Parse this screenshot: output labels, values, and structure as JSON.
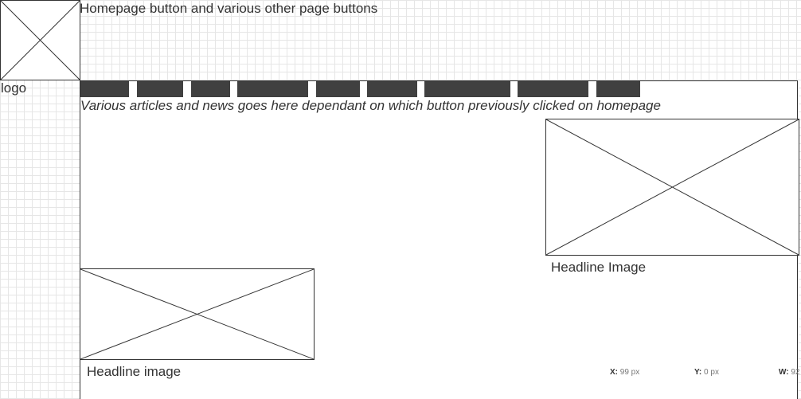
{
  "header": {
    "logo_label": "logo",
    "nav_caption": "Homepage button and various other page buttons"
  },
  "nav": {
    "button_count": 9,
    "button_color": "#404040"
  },
  "content": {
    "articles_caption": "Various articles and news goes here dependant on which button previously clicked on homepage",
    "headline_image_right_label": "Headline Image",
    "headline_image_left_label": "Headline image"
  },
  "status_bar": {
    "x_label": "X:",
    "x_value": "99 px",
    "y_label": "Y:",
    "y_value": "0 px",
    "w_label": "W:",
    "w_value": "92"
  }
}
